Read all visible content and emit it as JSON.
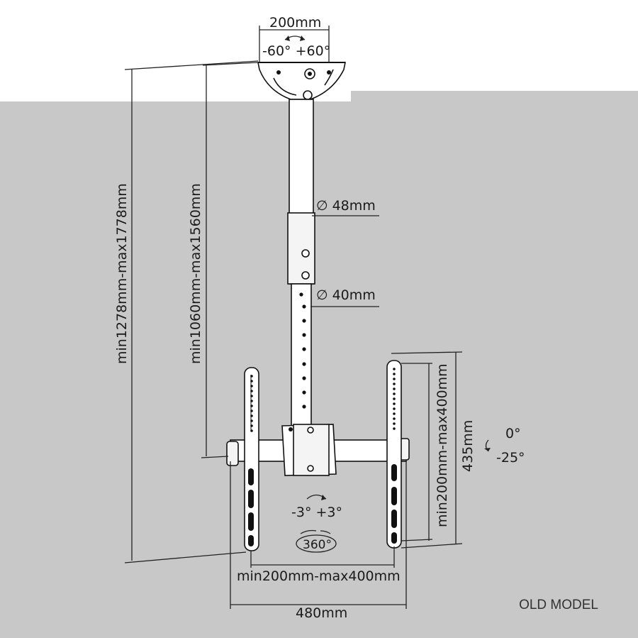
{
  "labels": {
    "top_width": "200mm",
    "swivel_range": "-60° +60°",
    "pole_diameter_outer": "∅ 48mm",
    "pole_diameter_inner": "∅ 40mm",
    "total_height": "min1278mm-max1778mm",
    "pole_height": "min1060mm-max1560mm",
    "vesa_vertical": "min200mm-max400mm",
    "bracket_height": "435mm",
    "tilt_top": "0°",
    "tilt_bottom": "-25°",
    "level_adjust": "-3° +3°",
    "rotation": "360°",
    "vesa_horizontal": "min200mm-max400mm",
    "total_width": "480mm"
  },
  "footer": {
    "model_note": "OLD MODEL"
  },
  "colors": {
    "background_top": "#ffffff",
    "background_main": "#c8c8c8",
    "line": "#111111"
  }
}
